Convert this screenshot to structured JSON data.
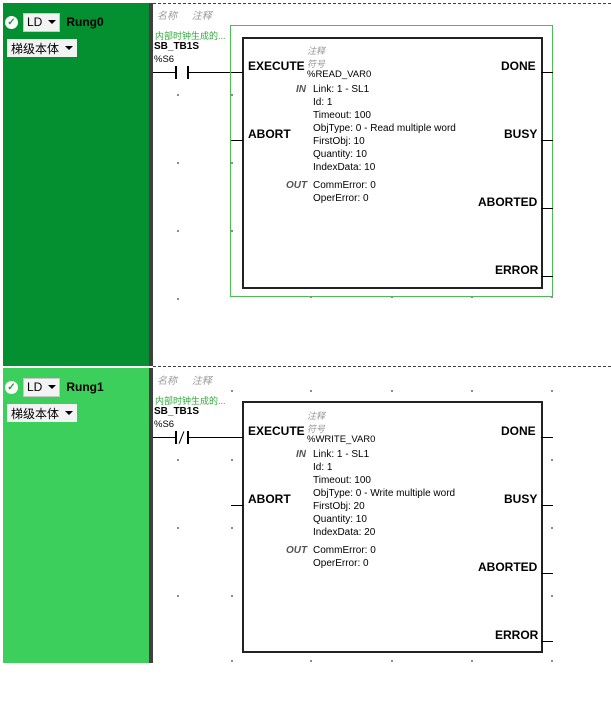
{
  "rungs": [
    {
      "name": "Rung0",
      "language": "LD",
      "section": "梯级本体",
      "header_labels": {
        "name": "名称",
        "comment": "注释"
      },
      "note": "内部时钟生成的...",
      "contact": {
        "label": "SB_TB1S",
        "address": "%S6",
        "type": "normally-open"
      },
      "block": {
        "comment": "注释",
        "symbol": "符号",
        "instance": "%READ_VAR0",
        "inputs": [
          "EXECUTE",
          "ABORT"
        ],
        "outputs": [
          "DONE",
          "BUSY",
          "ABORTED",
          "ERROR"
        ],
        "in_tag": "IN",
        "out_tag": "OUT",
        "in_params": [
          "Link: 1 - SL1",
          "Id: 1",
          "Timeout: 100",
          "ObjType: 0 - Read multiple word",
          "FirstObj: 10",
          "Quantity: 10",
          "IndexData: 10"
        ],
        "out_params": [
          "CommError: 0",
          "OperError: 0"
        ]
      }
    },
    {
      "name": "Rung1",
      "language": "LD",
      "section": "梯级本体",
      "header_labels": {
        "name": "名称",
        "comment": "注释"
      },
      "note": "内部时钟生成的...",
      "contact": {
        "label": "SB_TB1S",
        "address": "%S6",
        "type": "normally-closed"
      },
      "block": {
        "comment": "注释",
        "symbol": "符号",
        "instance": "%WRITE_VAR0",
        "inputs": [
          "EXECUTE",
          "ABORT"
        ],
        "outputs": [
          "DONE",
          "BUSY",
          "ABORTED",
          "ERROR"
        ],
        "in_tag": "IN",
        "out_tag": "OUT",
        "in_params": [
          "Link: 1 - SL1",
          "Id: 1",
          "Timeout: 100",
          "ObjType: 0 - Write multiple word",
          "FirstObj: 20",
          "Quantity: 10",
          "IndexData: 20"
        ],
        "out_params": [
          "CommError: 0",
          "OperError: 0"
        ]
      }
    }
  ],
  "colors": {
    "rung0_side": "#048f31",
    "rung1_side": "#3ccf5c",
    "selection": "#4cbc55",
    "note": "#2eaa3a"
  },
  "icons": {
    "enabled": "check-circle-icon",
    "dropdown": "caret-down-icon"
  }
}
